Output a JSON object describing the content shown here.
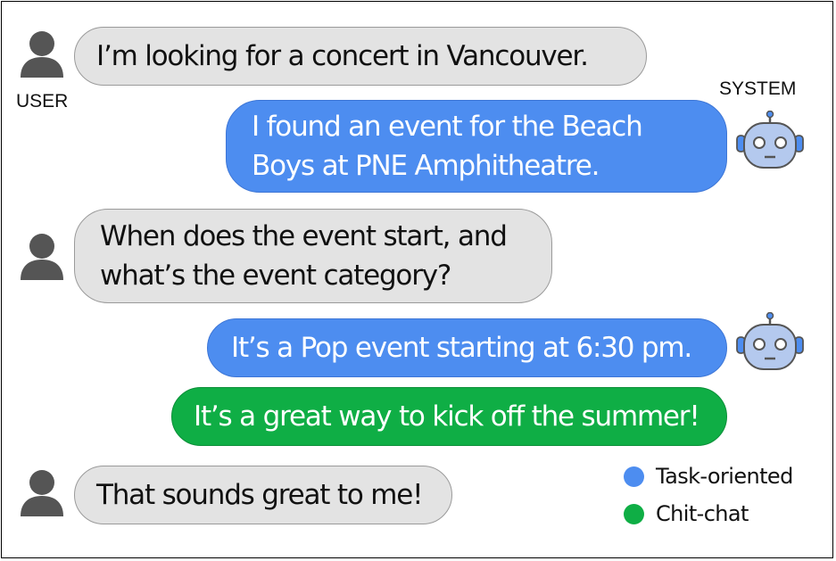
{
  "labels": {
    "user": "USER",
    "system": "SYSTEM"
  },
  "messages": [
    {
      "speaker": "user",
      "kind": "user",
      "text": "I’m looking for a concert in Vancouver."
    },
    {
      "speaker": "system",
      "kind": "task-oriented",
      "text": "I found an event for the Beach\nBoys at PNE Amphitheatre."
    },
    {
      "speaker": "user",
      "kind": "user",
      "text": "When does the event start, and\nwhat’s the event category?"
    },
    {
      "speaker": "system",
      "kind": "task-oriented",
      "text": "It’s a Pop event starting at 6:30 pm."
    },
    {
      "speaker": "system",
      "kind": "chit-chat",
      "text": "It’s a great way to kick off the summer!"
    },
    {
      "speaker": "user",
      "kind": "user",
      "text": "That sounds great to me!"
    }
  ],
  "legend": [
    {
      "label": "Task-oriented",
      "color": "#4d8df0"
    },
    {
      "label": "Chit-chat",
      "color": "#0fae45"
    }
  ],
  "icons": {
    "user": "user-silhouette-icon",
    "system": "robot-icon"
  },
  "colors": {
    "user_bubble": "#e3e3e3",
    "task_bubble": "#4d8df0",
    "chit_bubble": "#0fae45",
    "avatar_gray": "#555555",
    "robot_face": "#b4c9ee"
  }
}
